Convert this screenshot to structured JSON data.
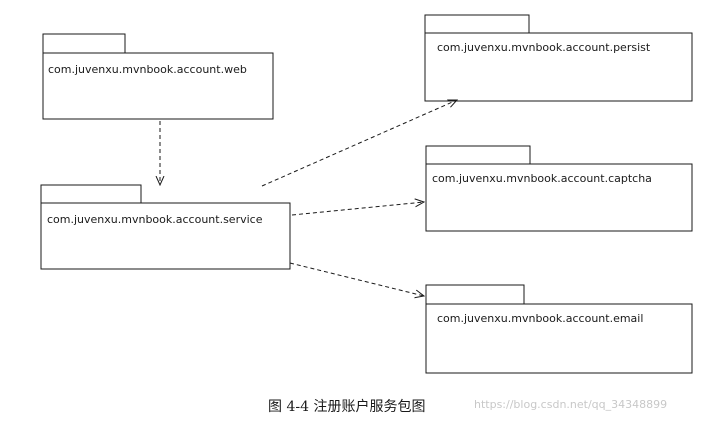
{
  "packages": {
    "web": "com.juvenxu.mvnbook.account.web",
    "service": "com.juvenxu.mvnbook.account.service",
    "persist": "com.juvenxu.mvnbook.account.persist",
    "captcha": "com.juvenxu.mvnbook.account.captcha",
    "email": "com.juvenxu.mvnbook.account.email"
  },
  "dependencies": [
    {
      "from": "web",
      "to": "service"
    },
    {
      "from": "service",
      "to": "persist"
    },
    {
      "from": "service",
      "to": "captcha"
    },
    {
      "from": "service",
      "to": "email"
    }
  ],
  "caption": "图 4-4   注册账户服务包图",
  "watermark": "https://blog.csdn.net/qq_34348899",
  "colors": {
    "line": "#1a1a1a",
    "background": "#ffffff"
  }
}
